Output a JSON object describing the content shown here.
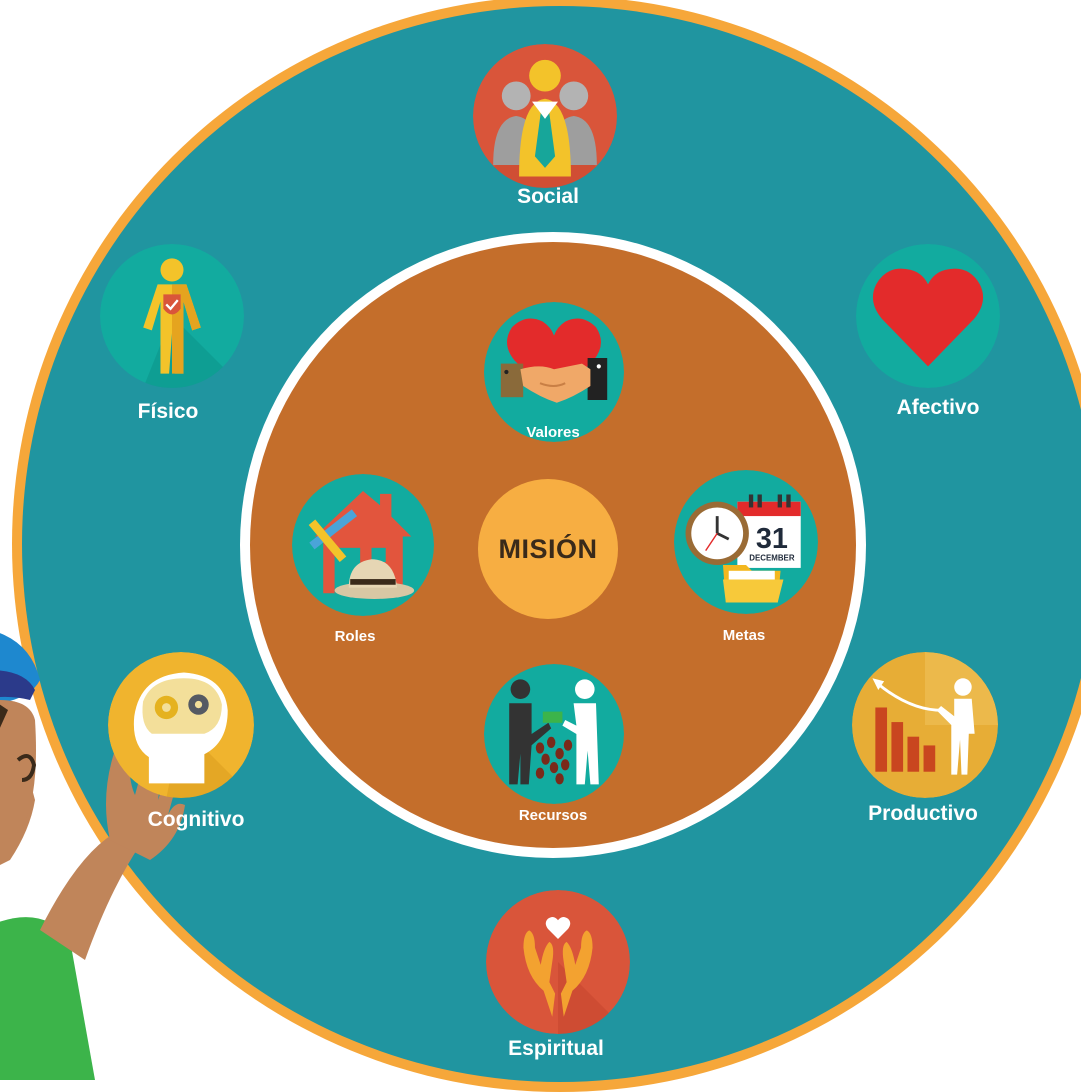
{
  "center": {
    "label": "MISIÓN"
  },
  "outer_items": [
    {
      "label": "Social",
      "icon": "people-leader-icon"
    },
    {
      "label": "Físico",
      "icon": "body-shield-icon"
    },
    {
      "label": "Afectivo",
      "icon": "heart-icon"
    },
    {
      "label": "Cognitivo",
      "icon": "head-gears-icon"
    },
    {
      "label": "Productivo",
      "icon": "growth-chart-icon"
    },
    {
      "label": "Espiritual",
      "icon": "hands-heart-icon"
    }
  ],
  "inner_items": [
    {
      "label": "Valores",
      "icon": "handshake-heart-icon"
    },
    {
      "label": "Roles",
      "icon": "house-tools-icon"
    },
    {
      "label": "Metas",
      "icon": "clock-calendar-icon"
    },
    {
      "label": "Recursos",
      "icon": "exchange-cacao-icon"
    }
  ],
  "calendar": {
    "day": "31",
    "month": "DECEMBER"
  },
  "colors": {
    "outer_ring": "#f6a73a",
    "outer_disc": "#2095a0",
    "inner_disc": "#c46e2b",
    "center": "#f7ae42",
    "icon_teal": "#12ab9f",
    "icon_red": "#d9553a",
    "icon_yellow": "#e7ad36"
  }
}
